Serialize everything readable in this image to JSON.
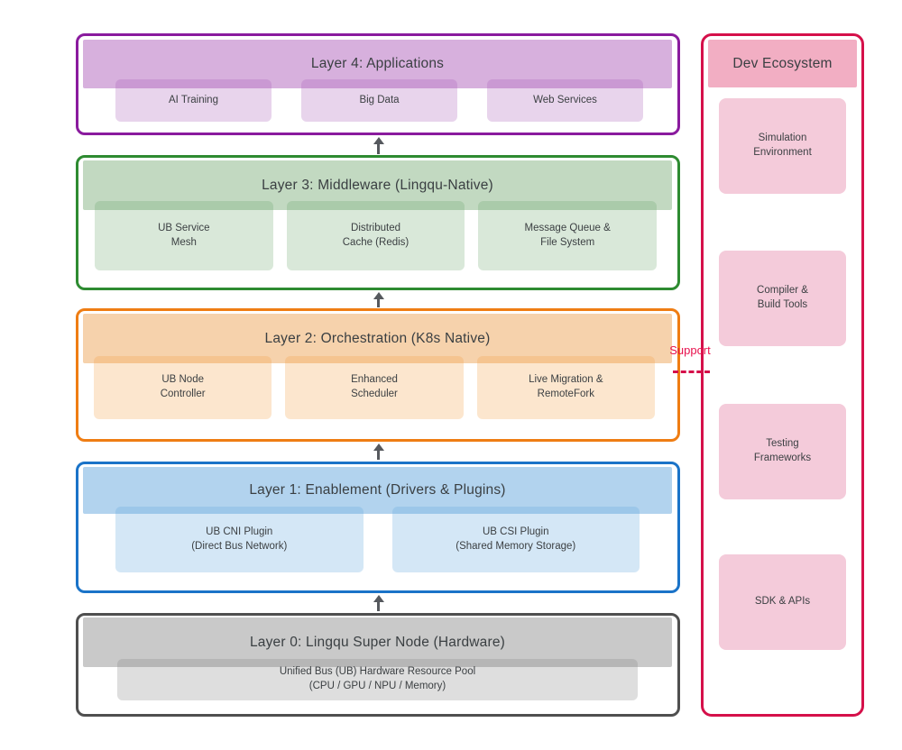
{
  "layers": [
    {
      "id": "layer-4",
      "title": "Layer 4: Applications",
      "color": "#8a1b9e",
      "children": [
        "AI Training",
        "Big Data",
        "Web Services"
      ]
    },
    {
      "id": "layer-3",
      "title": "Layer 3: Middleware (Lingqu-Native)",
      "color": "#2e8b31",
      "children": [
        "UB Service\nMesh",
        "Distributed\nCache (Redis)",
        "Message Queue &\nFile System"
      ]
    },
    {
      "id": "layer-2",
      "title": "Layer 2: Orchestration (K8s Native)",
      "color": "#ef7d13",
      "children": [
        "UB Node\nController",
        "Enhanced\nScheduler",
        "Live Migration &\nRemoteFork"
      ]
    },
    {
      "id": "layer-1",
      "title": "Layer 1: Enablement (Drivers & Plugins)",
      "color": "#1a73c8",
      "children": [
        "UB CNI Plugin\n(Direct Bus Network)",
        "UB CSI Plugin\n(Shared Memory Storage)"
      ]
    },
    {
      "id": "layer-0",
      "title": "Layer 0: Lingqu Super Node (Hardware)",
      "color": "#4f4f4f",
      "children": [
        "Unified Bus (UB) Hardware Resource Pool\n(CPU / GPU / NPU / Memory)"
      ]
    }
  ],
  "dev_ecosystem": {
    "title": "Dev Ecosystem",
    "color": "#d5104a",
    "children": [
      "Simulation\nEnvironment",
      "Compiler &\nBuild Tools",
      "Testing\nFrameworks",
      "SDK & APIs"
    ]
  },
  "connector": {
    "label": "Support",
    "color": "#e8114d"
  }
}
